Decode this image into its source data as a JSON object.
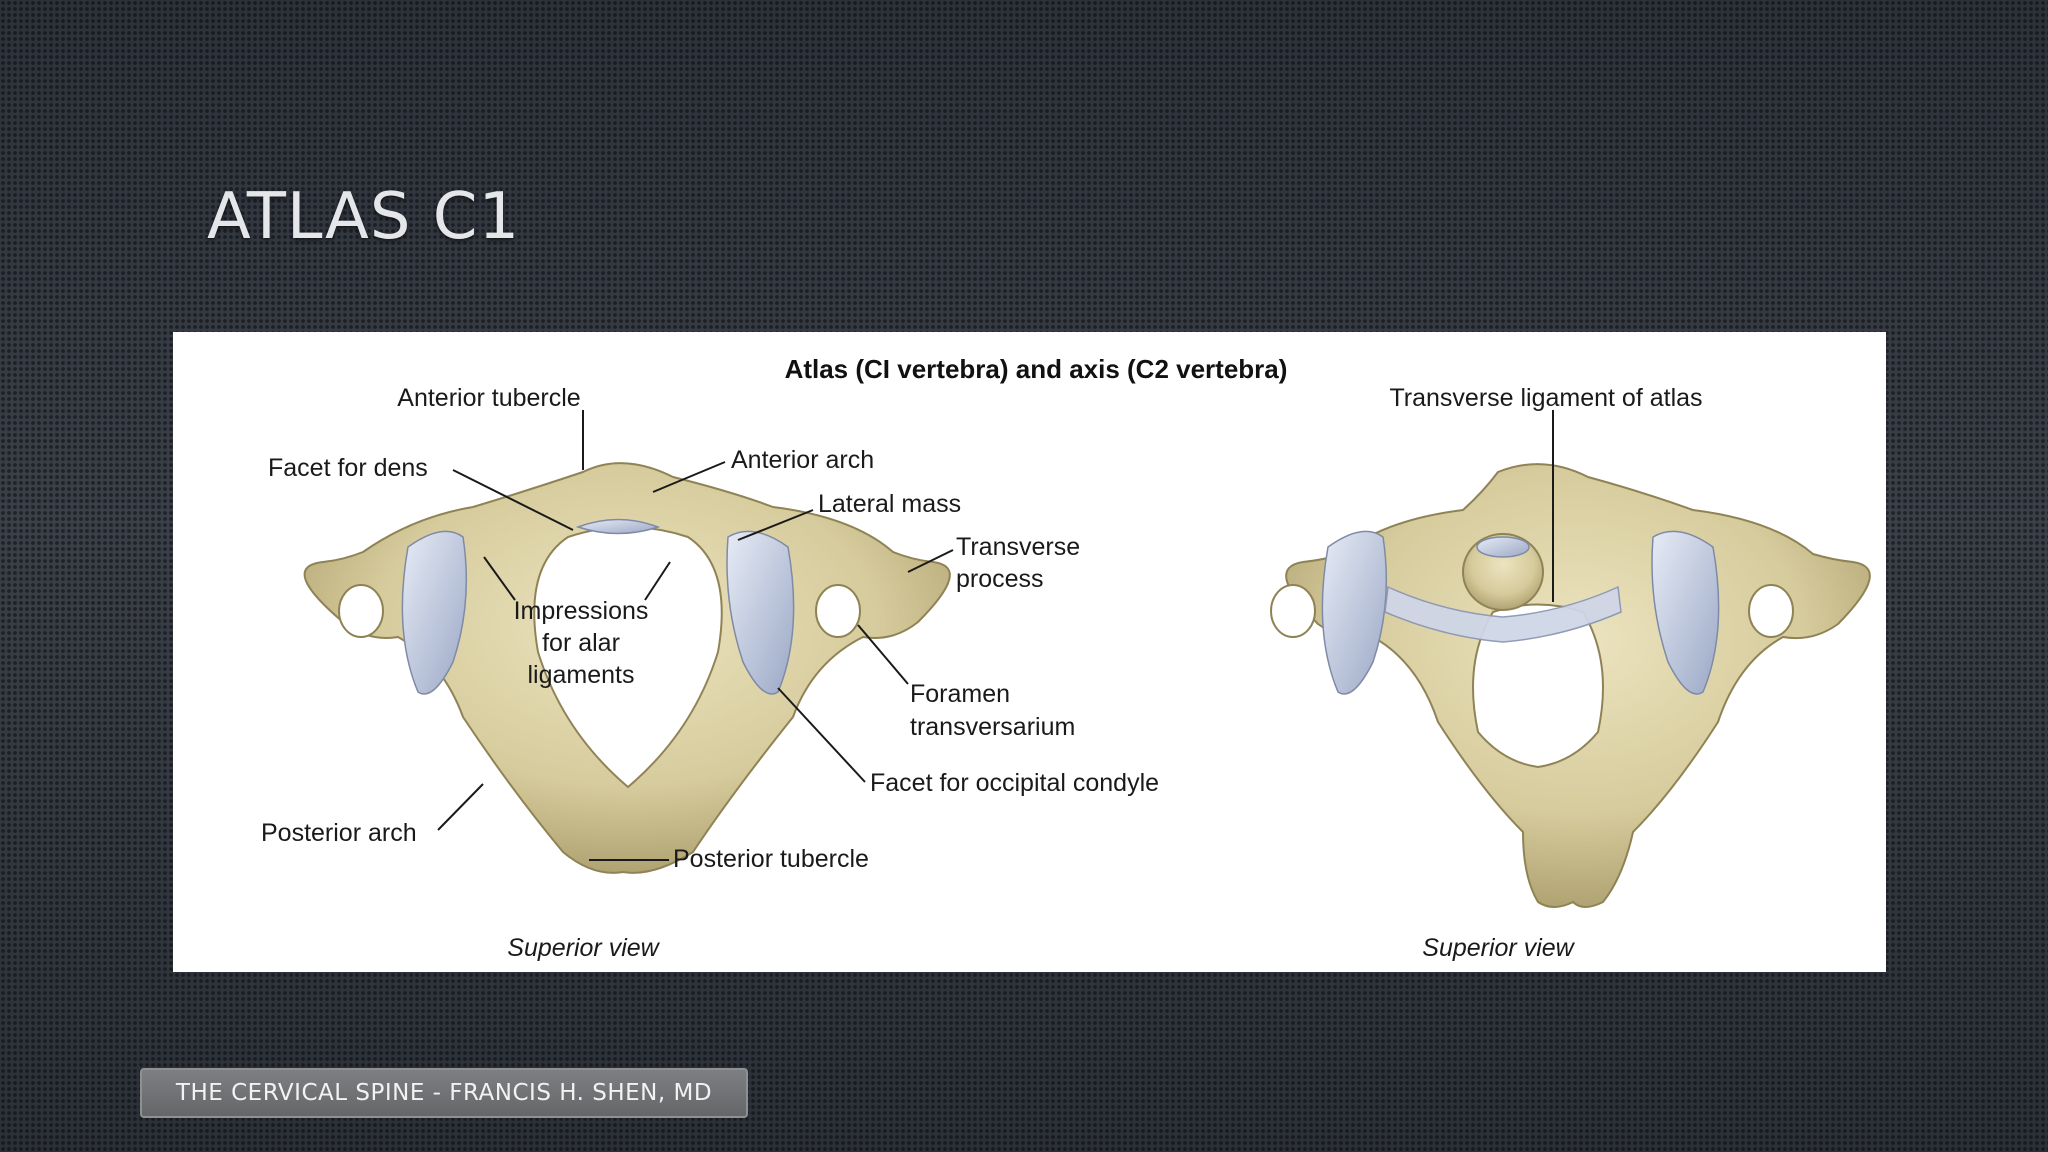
{
  "slide": {
    "title": "ATLAS C1",
    "footer": "THE CERVICAL SPINE - FRANCIS H. SHEN, MD"
  },
  "figure": {
    "title": "Atlas (CI vertebra) and axis (C2 vertebra)",
    "left_view": {
      "caption": "Superior view",
      "labels": {
        "anterior_tubercle": "Anterior tubercle",
        "facet_for_dens": "Facet for dens",
        "anterior_arch": "Anterior arch",
        "lateral_mass": "Lateral mass",
        "transverse_process_1": "Transverse",
        "transverse_process_2": "process",
        "impressions_1": "Impressions",
        "impressions_2": "for alar",
        "impressions_3": "ligaments",
        "foramen_1": "Foramen",
        "foramen_2": "transversarium",
        "facet_occipital": "Facet for occipital condyle",
        "posterior_arch": "Posterior arch",
        "posterior_tubercle": "Posterior tubercle"
      }
    },
    "right_view": {
      "caption": "Superior view",
      "labels": {
        "transverse_ligament": "Transverse ligament of atlas"
      }
    },
    "colors": {
      "bone": "#d8cfa6",
      "bone_shadow": "#b3a676",
      "cartilage": "#b9c3da"
    }
  }
}
